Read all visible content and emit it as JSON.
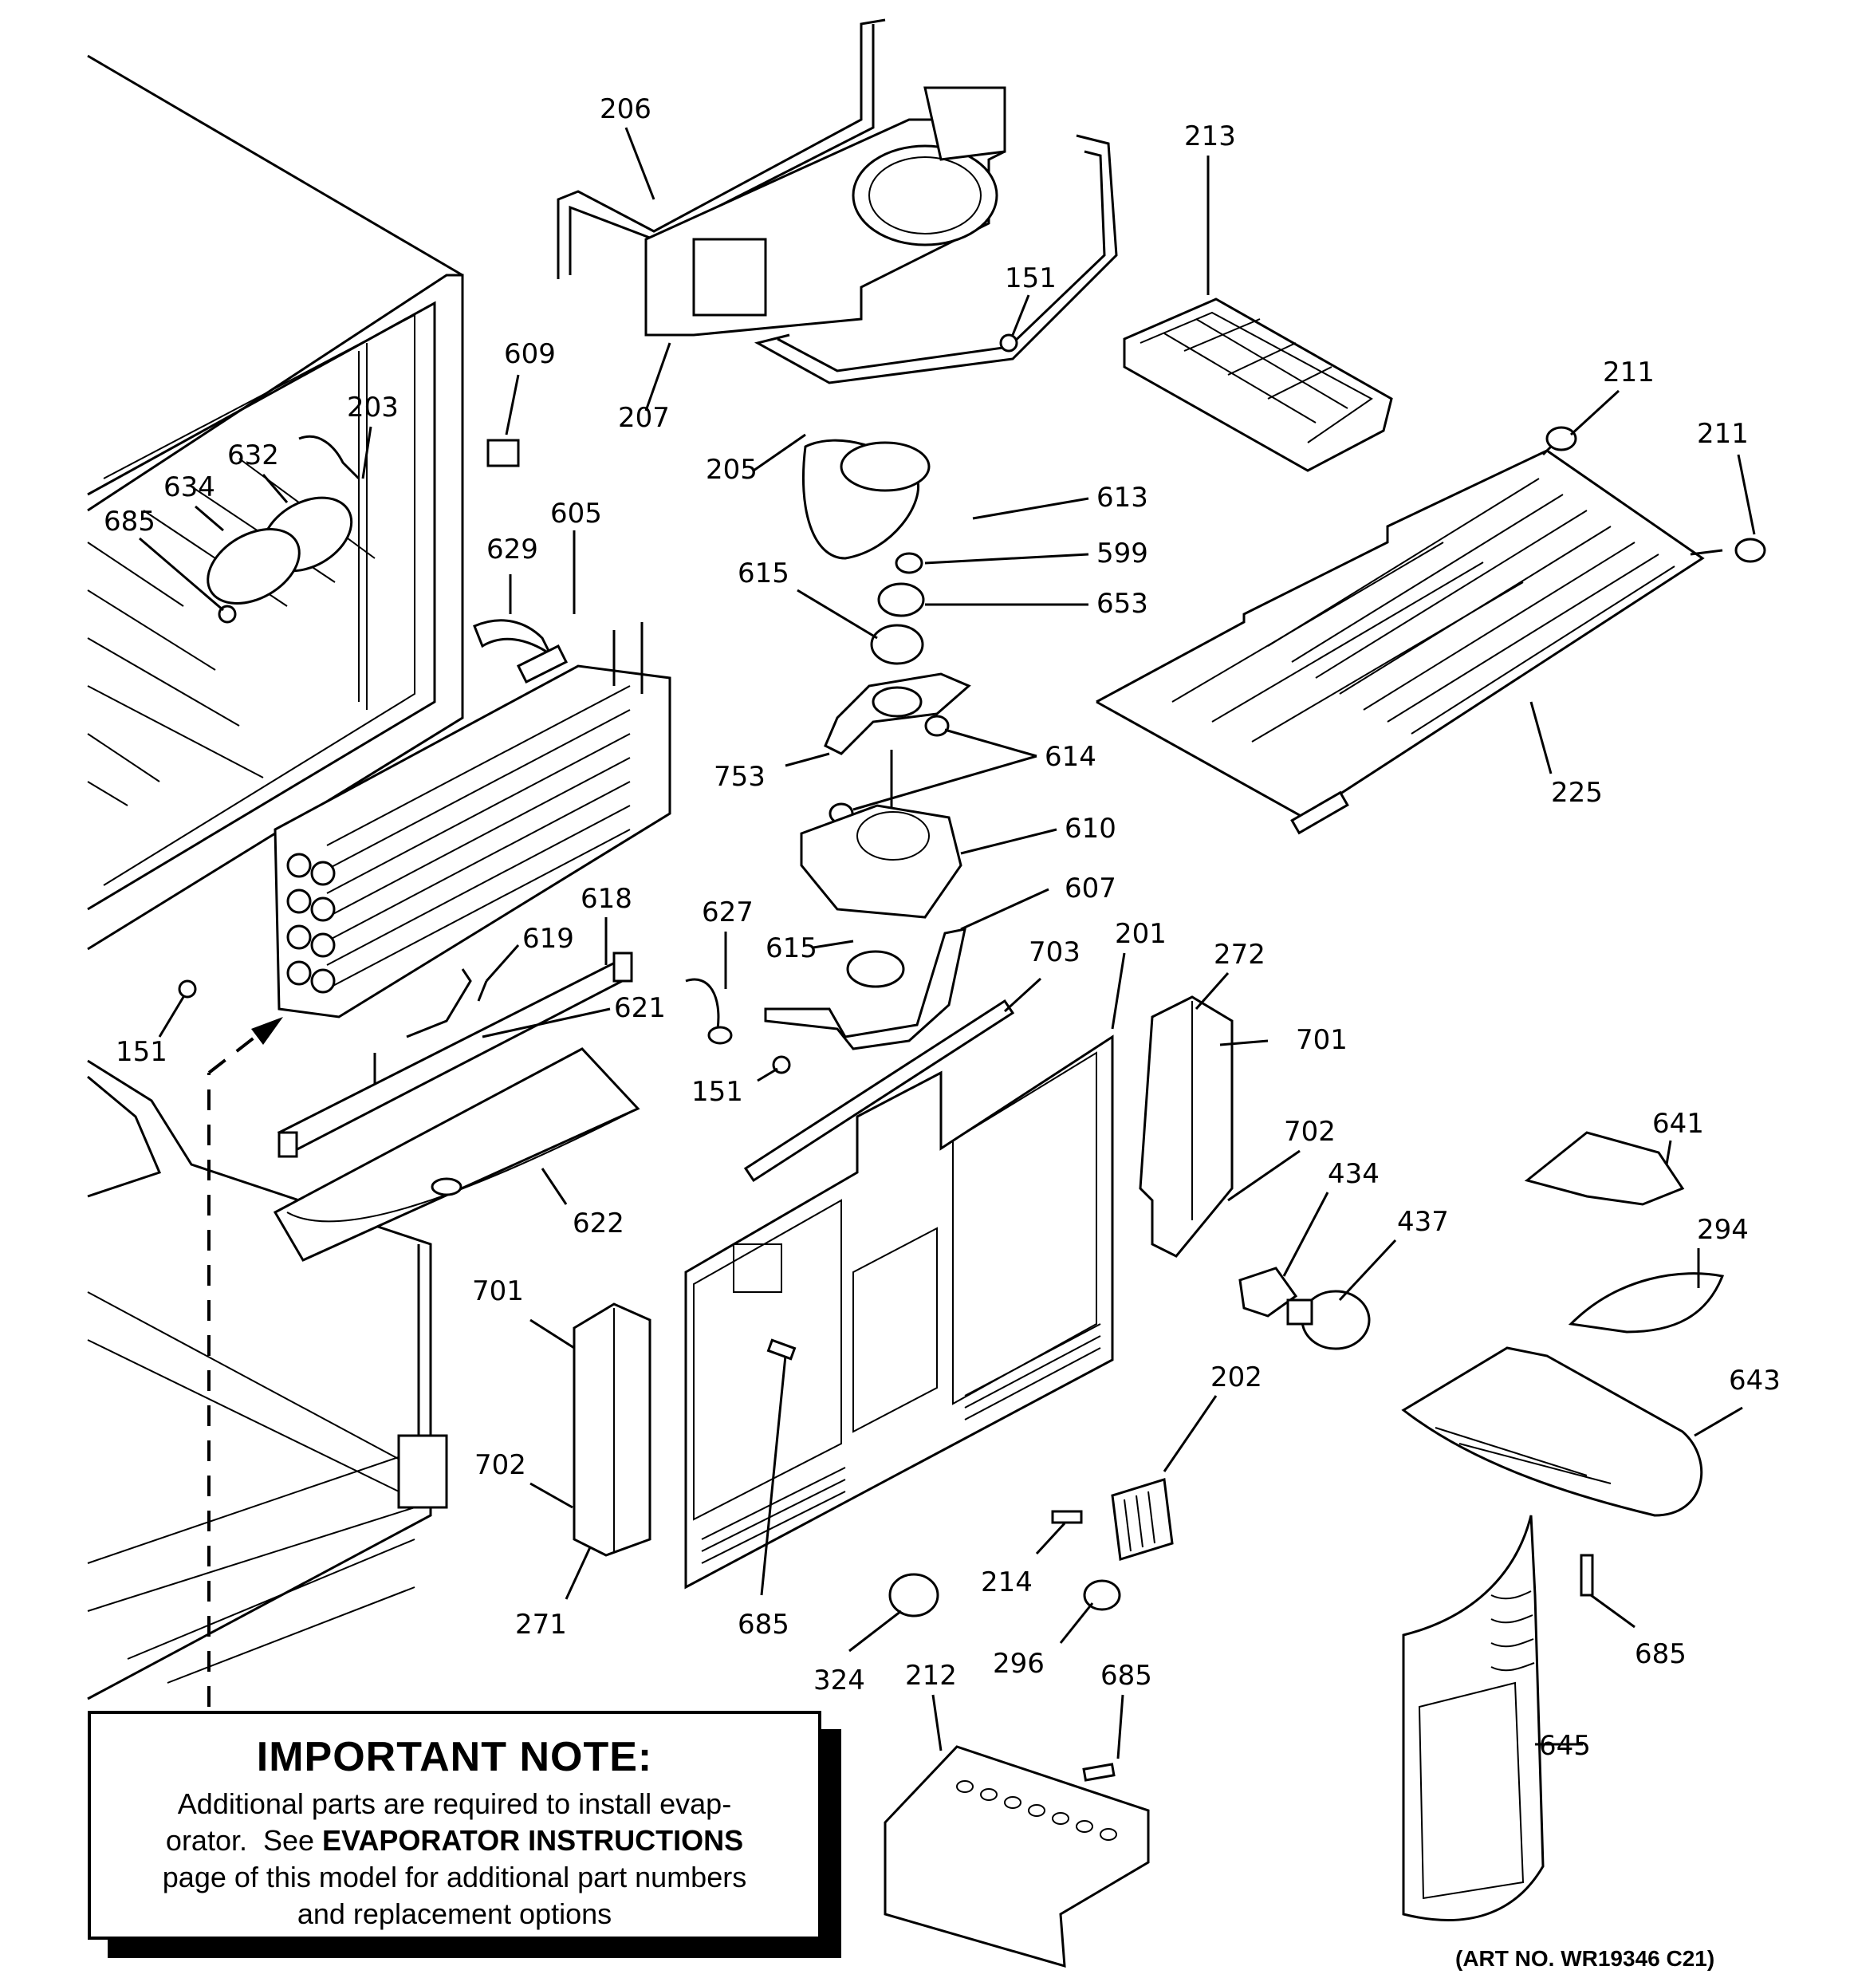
{
  "labels": {
    "l206": "206",
    "l213": "213",
    "l151a": "151",
    "l609": "609",
    "l203": "203",
    "l211a": "211",
    "l211b": "211",
    "l632": "632",
    "l634": "634",
    "l685a": "685",
    "l207": "207",
    "l205": "205",
    "l613": "613",
    "l599": "599",
    "l653": "653",
    "l615a": "615",
    "l629": "629",
    "l605": "605",
    "l753": "753",
    "l614": "614",
    "l225": "225",
    "l610": "610",
    "l618": "618",
    "l627": "627",
    "l607": "607",
    "l619": "619",
    "l615b": "615",
    "l703": "703",
    "l201": "201",
    "l272": "272",
    "l621": "621",
    "l701a": "701",
    "l151b": "151",
    "l151c": "151",
    "l702a": "702",
    "l641": "641",
    "l434": "434",
    "l622": "622",
    "l437": "437",
    "l294": "294",
    "l701b": "701",
    "l202": "202",
    "l643": "643",
    "l702b": "702",
    "l214": "214",
    "l685b": "685",
    "l271": "271",
    "l685c": "685",
    "l324": "324",
    "l212": "212",
    "l296": "296",
    "l685d": "685",
    "l645": "645"
  },
  "note": {
    "title": "IMPORTANT NOTE:",
    "line1": "Additional parts are required to install evap-",
    "line2_pre": "orator.  See ",
    "line2_bold": "EVAPORATOR INSTRUCTIONS",
    "line3": "page of this model for additional part numbers",
    "line4": "and replacement options"
  },
  "art_number": "(ART NO. WR19346 C21)"
}
